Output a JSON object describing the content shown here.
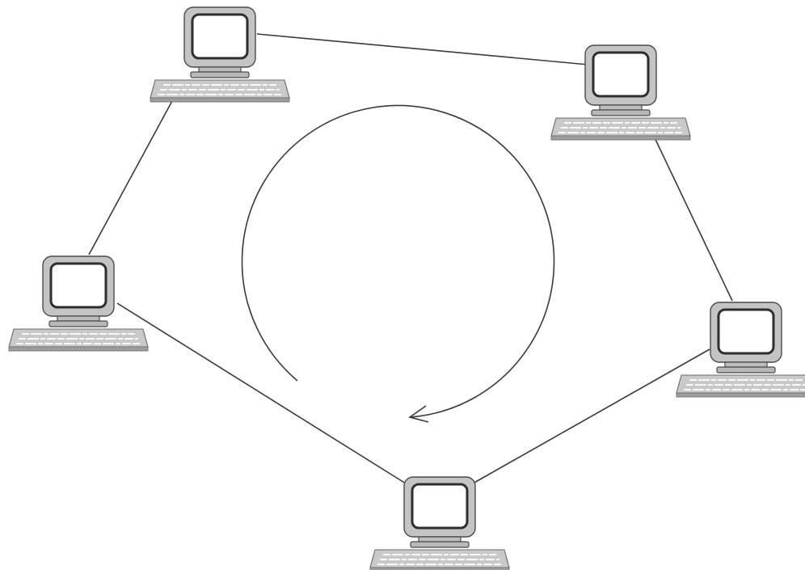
{
  "diagram": {
    "type": "ring-network",
    "nodes": [
      {
        "id": "node-top-left",
        "icon": "desktop-computer-icon"
      },
      {
        "id": "node-top-right",
        "icon": "desktop-computer-icon"
      },
      {
        "id": "node-right",
        "icon": "desktop-computer-icon"
      },
      {
        "id": "node-bottom",
        "icon": "desktop-computer-icon"
      },
      {
        "id": "node-left",
        "icon": "desktop-computer-icon"
      }
    ],
    "links": [
      [
        "node-top-left",
        "node-top-right"
      ],
      [
        "node-top-right",
        "node-right"
      ],
      [
        "node-right",
        "node-bottom"
      ],
      [
        "node-bottom",
        "node-left"
      ],
      [
        "node-left",
        "node-top-left"
      ]
    ],
    "flow_direction": "clockwise",
    "flow_icon": "circular-arrow-icon",
    "colors": {
      "line": "#3a3a3a",
      "device_body": "#c4c4c4",
      "screen": "#ffffff"
    }
  }
}
